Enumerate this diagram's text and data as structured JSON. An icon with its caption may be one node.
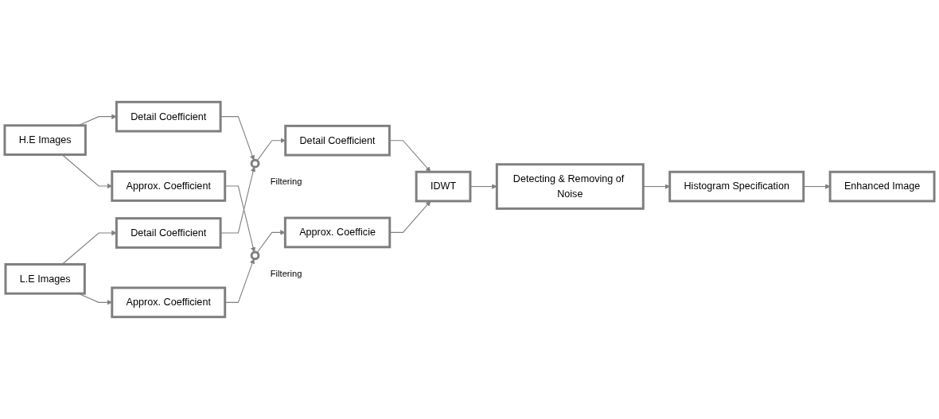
{
  "diagram": {
    "nodes": [
      {
        "text": [
          "H.E Images"
        ]
      },
      {
        "text": [
          "Detail Coefficient"
        ]
      },
      {
        "text": [
          "Approx. Coefficient"
        ]
      },
      {
        "text": [
          "L.E Images"
        ]
      },
      {
        "text": [
          "Detail Coefficient"
        ]
      },
      {
        "text": [
          "Approx. Coefficient"
        ]
      },
      {
        "text": [],
        "shape": "circle",
        "beside": [
          "Filtering"
        ]
      },
      {
        "text": [],
        "shape": "circle",
        "beside": [
          "Filtering"
        ]
      },
      {
        "text": [
          "Detail Coefficient"
        ]
      },
      {
        "text": [
          "IDWT"
        ]
      },
      {
        "text": [
          "Approx. Coefficie"
        ]
      },
      {
        "text": [
          "Detecting & Removing of Noise"
        ]
      },
      {
        "text": [
          "Histogram Specification"
        ]
      },
      {
        "text": [
          "Enhanced Image"
        ]
      }
    ],
    "edges": [
      {
        "from": 0,
        "to": 1,
        "arrow": "to"
      },
      {
        "from": 0,
        "to": 2,
        "arrow": "to"
      },
      {
        "from": 3,
        "to": 4,
        "arrow": "to"
      },
      {
        "from": 3,
        "to": 5,
        "arrow": "to"
      },
      {
        "from": 1,
        "to": 6,
        "arrow": "to"
      },
      {
        "from": 4,
        "to": 6,
        "arrow": "to"
      },
      {
        "from": 2,
        "to": 7,
        "arrow": "to"
      },
      {
        "from": 5,
        "to": 7,
        "arrow": "to"
      },
      {
        "from": 6,
        "to": 8,
        "arrow": "to"
      },
      {
        "from": 7,
        "to": 10,
        "arrow": "to"
      },
      {
        "from": 8,
        "to": 9,
        "arrow": "to"
      },
      {
        "from": 10,
        "to": 9,
        "arrow": "to"
      },
      {
        "from": 9,
        "to": 11,
        "arrow": "to"
      },
      {
        "from": 11,
        "to": 12,
        "arrow": "to"
      },
      {
        "from": 12,
        "to": 13,
        "arrow": "to"
      }
    ]
  }
}
